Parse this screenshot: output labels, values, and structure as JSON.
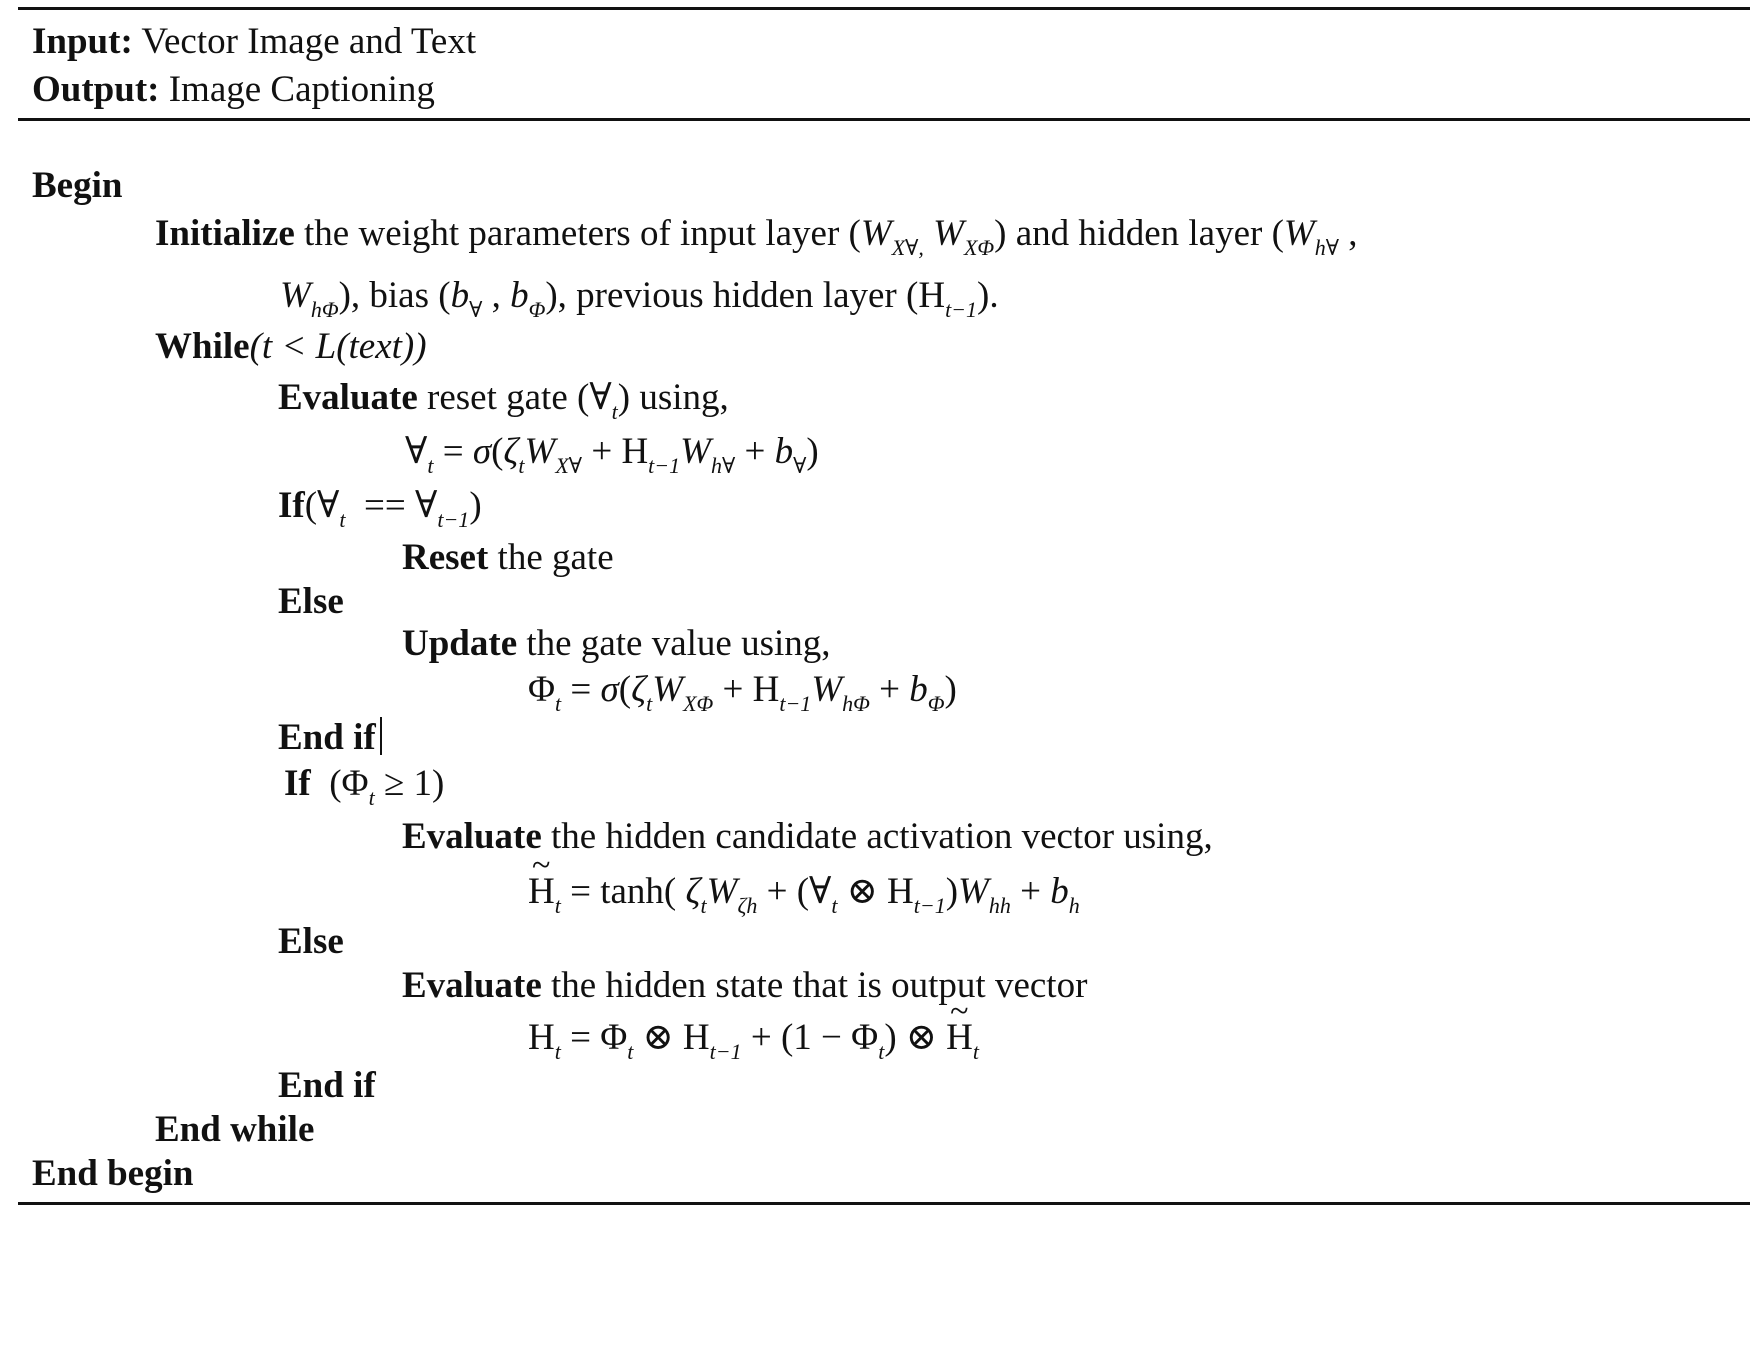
{
  "header": {
    "input_label": "Input:",
    "input_value": "Vector Image and Text",
    "output_label": "Output:",
    "output_value": "Image Captioning"
  },
  "algorithm": {
    "begin": "Begin",
    "init_kw": "Initialize",
    "init_text_a": "the weight parameters of input layer (",
    "init_text_b": ") and hidden layer (",
    "init_cont_a": "), bias (",
    "init_cont_b": "), previous hidden layer (",
    "init_cont_c": ").",
    "while_kw": "While",
    "while_cond": "(t < L(text))",
    "evaluate1_kw": "Evaluate",
    "evaluate1_text": "reset gate (∀",
    "evaluate1_tail": ") using,",
    "if1_kw": "If",
    "reset_kw": "Reset",
    "reset_text": "the gate",
    "else1_kw": "Else",
    "update_kw": "Update",
    "update_text": "the gate value using,",
    "endif1_kw": "End if",
    "if2_kw": "If",
    "evaluate2_kw": "Evaluate",
    "evaluate2_text": "the hidden candidate activation vector using,",
    "else2_kw": "Else",
    "evaluate3_kw": "Evaluate",
    "evaluate3_text": "the hidden state that is output vector",
    "endif2_kw": "End if",
    "endwhile_kw": "End while",
    "endbegin_kw": "End begin"
  }
}
